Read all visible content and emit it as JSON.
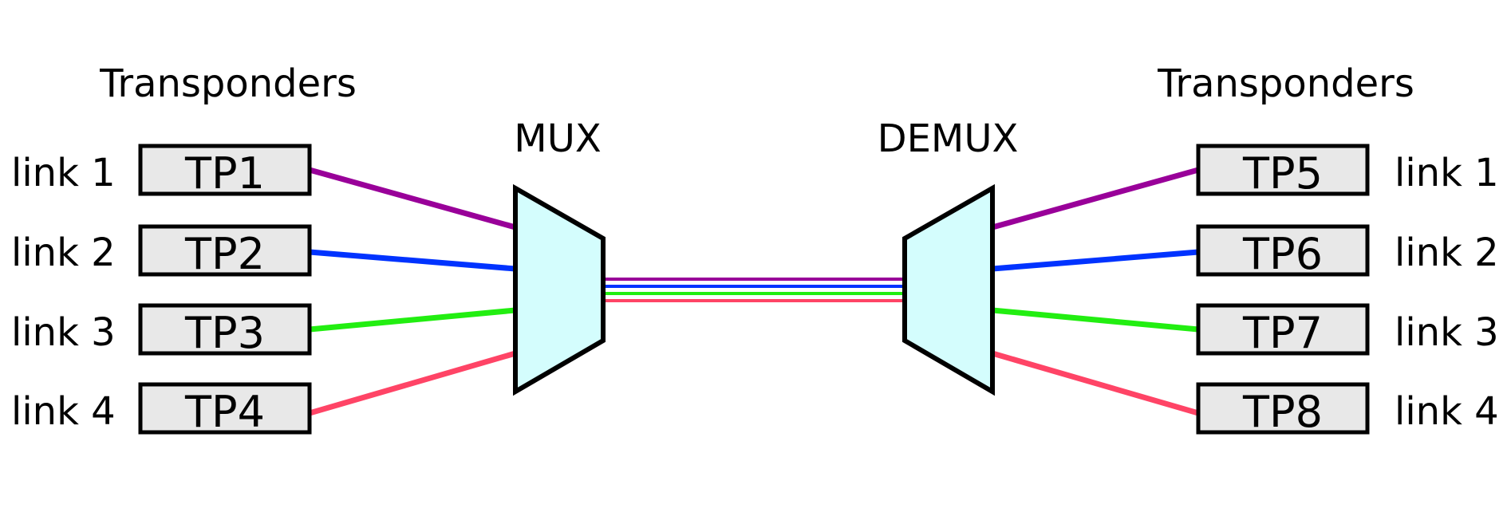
{
  "left": {
    "heading": "Transponders",
    "rows": [
      {
        "tp": "TP1",
        "link": "link 1"
      },
      {
        "tp": "TP2",
        "link": "link 2"
      },
      {
        "tp": "TP3",
        "link": "link 3"
      },
      {
        "tp": "TP4",
        "link": "link 4"
      }
    ]
  },
  "right": {
    "heading": "Transponders",
    "rows": [
      {
        "tp": "TP5",
        "link": "link 1"
      },
      {
        "tp": "TP6",
        "link": "link 2"
      },
      {
        "tp": "TP7",
        "link": "link 3"
      },
      {
        "tp": "TP8",
        "link": "link 4"
      }
    ]
  },
  "mux": {
    "label": "MUX"
  },
  "demux": {
    "label": "DEMUX"
  },
  "colors": {
    "link1": "#990099",
    "link2": "#0033ff",
    "link3": "#22ee11",
    "link4": "#ff4466",
    "box_fill": "#e8e8e8",
    "trapezoid_fill": "#d4fdfd"
  }
}
